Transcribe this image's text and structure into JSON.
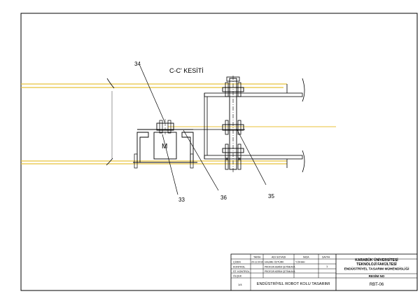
{
  "drawing": {
    "section_title": "C-C' KESİTİ",
    "motor_label": "M",
    "callouts": [
      "34",
      "33",
      "36",
      "35"
    ]
  },
  "title_block": {
    "row_labels": [
      "",
      "ÇİZEN",
      "KONTROL",
      "ST. KONTROL",
      "ÖLÇEK",
      "1/4"
    ],
    "col_headers": [
      "TARİH",
      "ADI SOYADI",
      "İMZA",
      "SAYFA"
    ],
    "date": "20.12.2019",
    "drawn_by": "HALİME ÖZTÜRK",
    "checker1": "PROF.DR.KERİM ÇETİNKAYA",
    "checker2": "PROF.DR.KERİM ÇETİNKAYA",
    "signature": "Y.Ö/HAH",
    "page_number": "1",
    "university": "KARABÜK ÜNİVERSİTESİ",
    "faculty": "TEKNOLOJİ FAKÜLTESİ",
    "department": "ENDÜSTRİYEL TASARIM MÜHENDİSLİĞİ",
    "project_title": "ENDÜSTRİYEL ROBOT KOLU TASARIMI",
    "drawing_no_label": "RESİM NO",
    "drawing_no": "RBT-06"
  }
}
